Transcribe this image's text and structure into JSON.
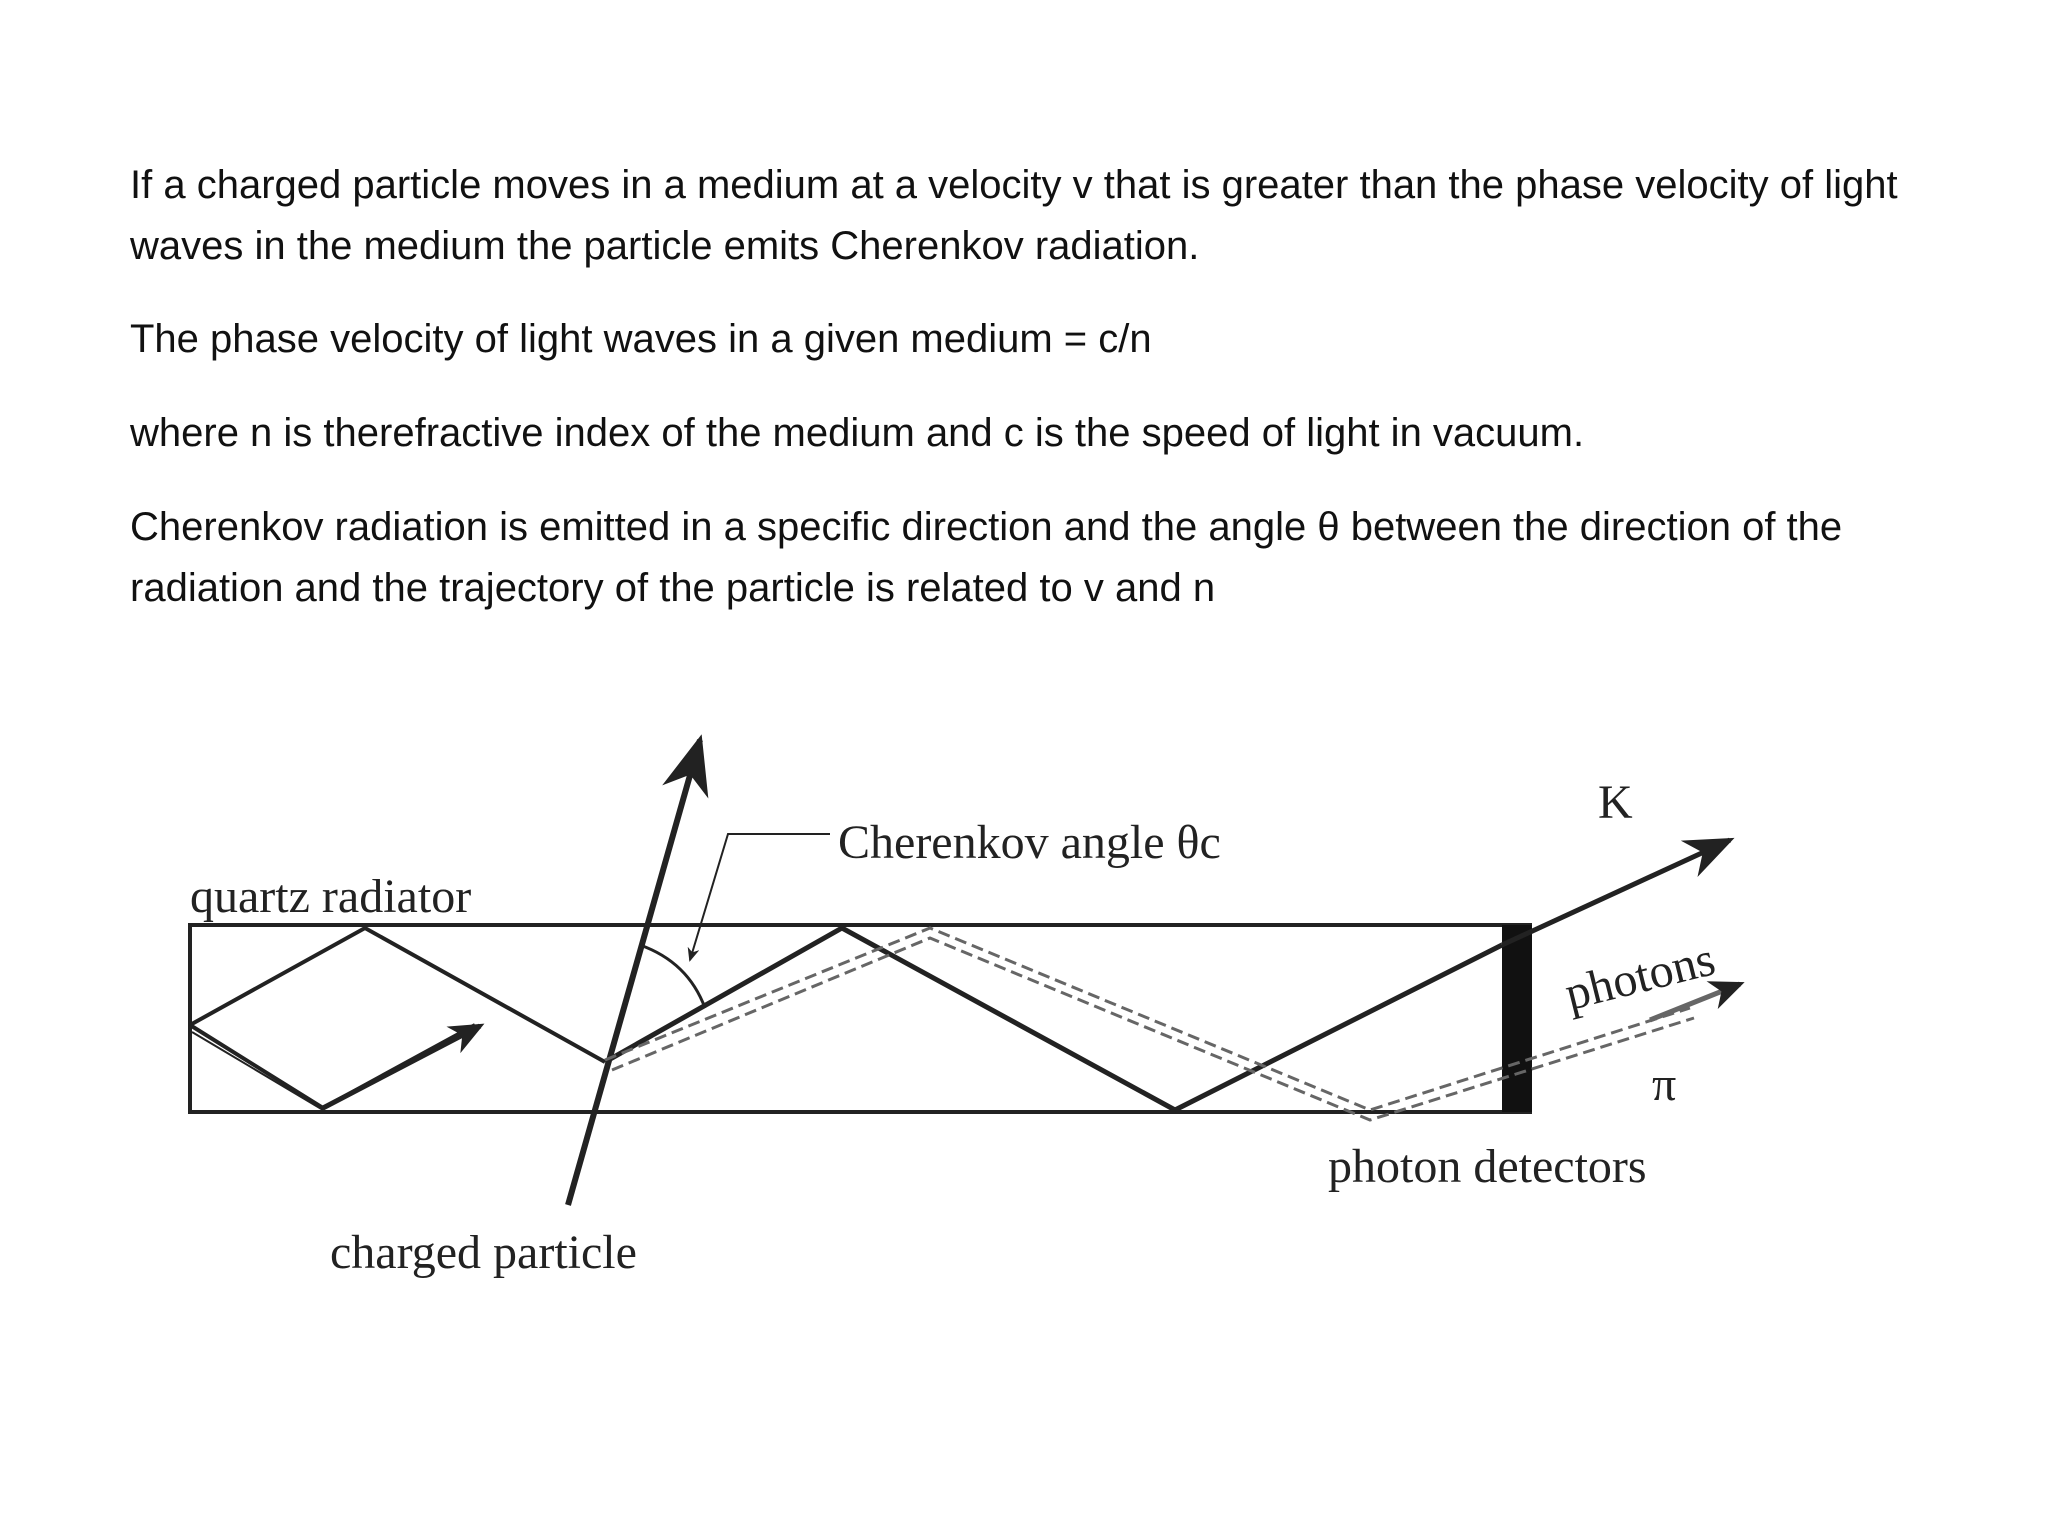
{
  "text": {
    "p1": "If a charged particle moves in a medium at a velocity v that is greater than the phase velocity of light waves in the medium the particle emits Cherenkov radiation.",
    "p2": "The phase velocity of light waves in a given medium =  c/n",
    "p3": "where n is therefractive index of the medium and c is the speed of light in vacuum.",
    "p4": "Cherenkov radiation is emitted in a specific direction and the angle θ between the direction of the radiation and the trajectory of the particle is related to v and n"
  },
  "diagram": {
    "labels": {
      "quartz_radiator": "quartz radiator",
      "cherenkov_angle": "Cherenkov angle θc",
      "charged_particle": "charged particle",
      "k": "K",
      "photons": "photons",
      "pi": "π",
      "photon_detectors": "photon detectors"
    },
    "colors": {
      "ink": "#222222",
      "gray": "#666666",
      "detector": "#111111"
    }
  }
}
